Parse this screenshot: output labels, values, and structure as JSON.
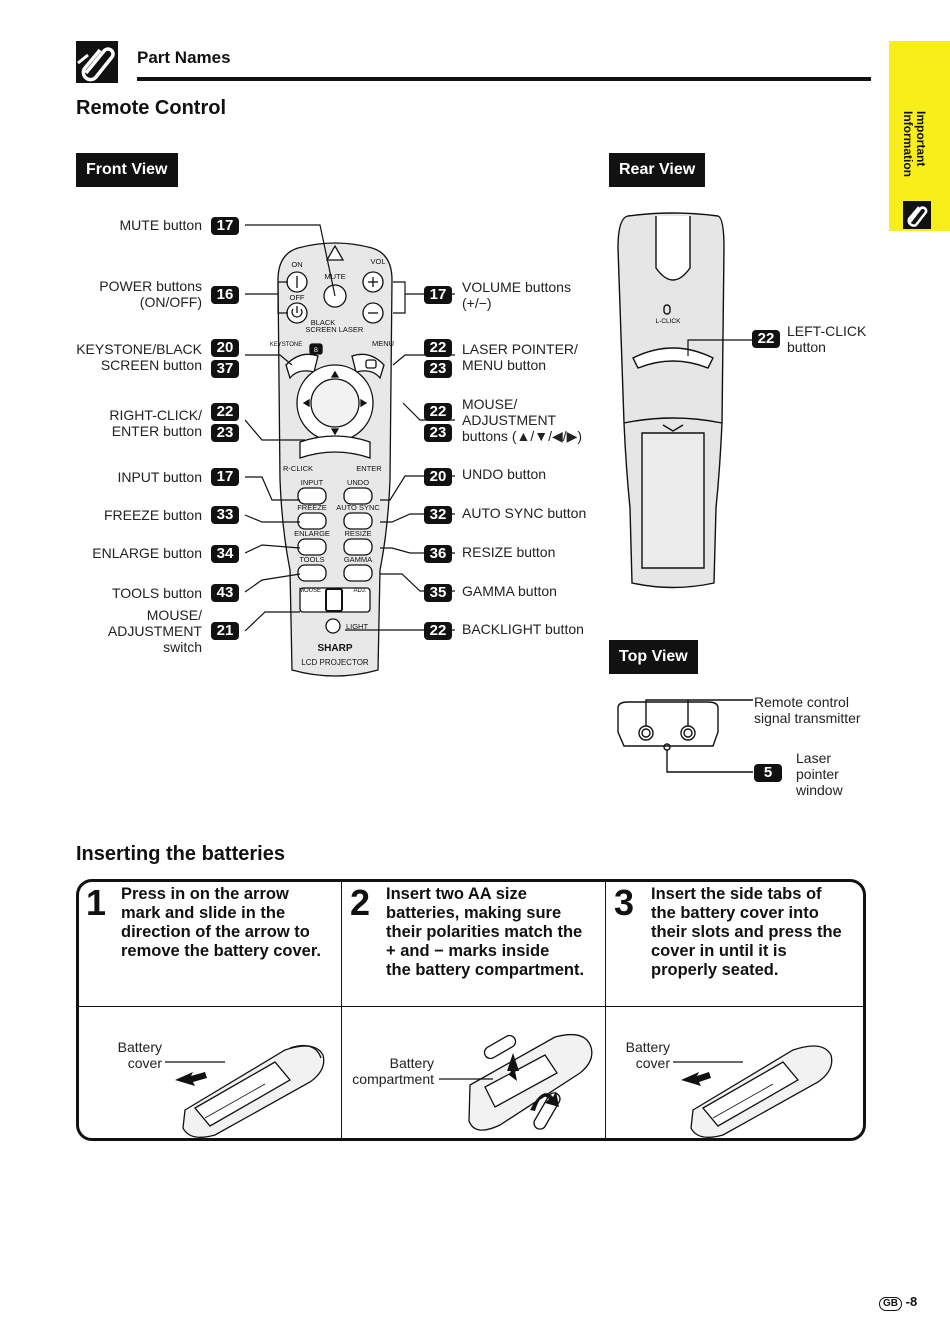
{
  "header": {
    "title": "Part Names"
  },
  "section_title": "Remote Control",
  "sidebar": {
    "line1": "Important",
    "line2": "Information"
  },
  "views": {
    "front": "Front View",
    "rear": "Rear View",
    "top": "Top View"
  },
  "left_labels": [
    {
      "text": "MUTE button",
      "nums": [
        "17"
      ]
    },
    {
      "text_l1": "POWER buttons",
      "text_l2": "(ON/OFF)",
      "nums": [
        "16"
      ]
    },
    {
      "text_l1": "KEYSTONE/BLACK",
      "text_l2": "SCREEN button",
      "nums": [
        "20",
        "37"
      ]
    },
    {
      "text_l1": "RIGHT-CLICK/",
      "text_l2": "ENTER button",
      "nums": [
        "22",
        "23"
      ]
    },
    {
      "text": "INPUT button",
      "nums": [
        "17"
      ]
    },
    {
      "text": "FREEZE button",
      "nums": [
        "33"
      ]
    },
    {
      "text": "ENLARGE button",
      "nums": [
        "34"
      ]
    },
    {
      "text": "TOOLS button",
      "nums": [
        "43"
      ]
    },
    {
      "text_l1": "MOUSE/",
      "text_l2": "ADJUSTMENT",
      "text_l3": "switch",
      "nums": [
        "21"
      ]
    }
  ],
  "right_labels": [
    {
      "text_l1": "VOLUME buttons",
      "text_l2": "(+/−)",
      "nums": [
        "17"
      ]
    },
    {
      "text_l1": "LASER POINTER/",
      "text_l2": "MENU button",
      "nums": [
        "22",
        "23"
      ]
    },
    {
      "text_l1": "MOUSE/",
      "text_l2": "ADJUSTMENT",
      "text_l3": "buttons (▲/▼/◀/▶)",
      "nums": [
        "22",
        "23"
      ]
    },
    {
      "text": "UNDO button",
      "nums": [
        "20"
      ]
    },
    {
      "text": "AUTO SYNC button",
      "nums": [
        "32"
      ]
    },
    {
      "text": "RESIZE button",
      "nums": [
        "36"
      ]
    },
    {
      "text": "GAMMA button",
      "nums": [
        "35"
      ]
    },
    {
      "text": "BACKLIGHT button",
      "nums": [
        "22"
      ]
    }
  ],
  "remote": {
    "on": "ON",
    "off": "OFF",
    "mute": "MUTE",
    "vol": "VOL",
    "black_screen_l1": "BLACK",
    "black_screen_l2": "SCREEN",
    "laser": "LASER",
    "keystone": "KEYSTONE",
    "menu": "MENU",
    "r_click": "R-CLICK",
    "enter": "ENTER",
    "input": "INPUT",
    "undo": "UNDO",
    "freeze": "FREEZE",
    "auto_sync": "AUTO SYNC",
    "enlarge": "ENLARGE",
    "resize": "RESIZE",
    "tools": "TOOLS",
    "gamma": "GAMMA",
    "mouse": "MOUSE",
    "adj": "ADJ.",
    "light": "LIGHT",
    "brand": "SHARP",
    "model": "LCD PROJECTOR",
    "l_click": "L-CLICK",
    "b_key": "B"
  },
  "rear_label": {
    "text_l1": "LEFT-CLICK",
    "text_l2": "button",
    "num": "22"
  },
  "top_labels": {
    "transmitter_l1": "Remote control",
    "transmitter_l2": "signal transmitter",
    "laser_l1": "Laser",
    "laser_l2": "pointer",
    "laser_l3": "window",
    "laser_num": "5"
  },
  "batteries": {
    "title": "Inserting the batteries",
    "steps": [
      {
        "num": "1",
        "lines": [
          "Press in on the arrow",
          "mark and slide in the",
          "direction of the arrow to",
          "remove the battery cover."
        ],
        "cap_l1": "Battery",
        "cap_l2": "cover"
      },
      {
        "num": "2",
        "lines": [
          "Insert two AA size",
          "batteries, making sure",
          "their polarities match the",
          "+ and − marks inside",
          "the battery compartment."
        ],
        "cap_l1": "Battery",
        "cap_l2": "compartment"
      },
      {
        "num": "3",
        "lines": [
          "Insert the side tabs of",
          "the battery cover into",
          "their slots and press the",
          "cover in until it is",
          "properly seated."
        ],
        "cap_l1": "Battery",
        "cap_l2": "cover"
      }
    ]
  },
  "footer": {
    "badge": "GB",
    "page": "-8"
  }
}
